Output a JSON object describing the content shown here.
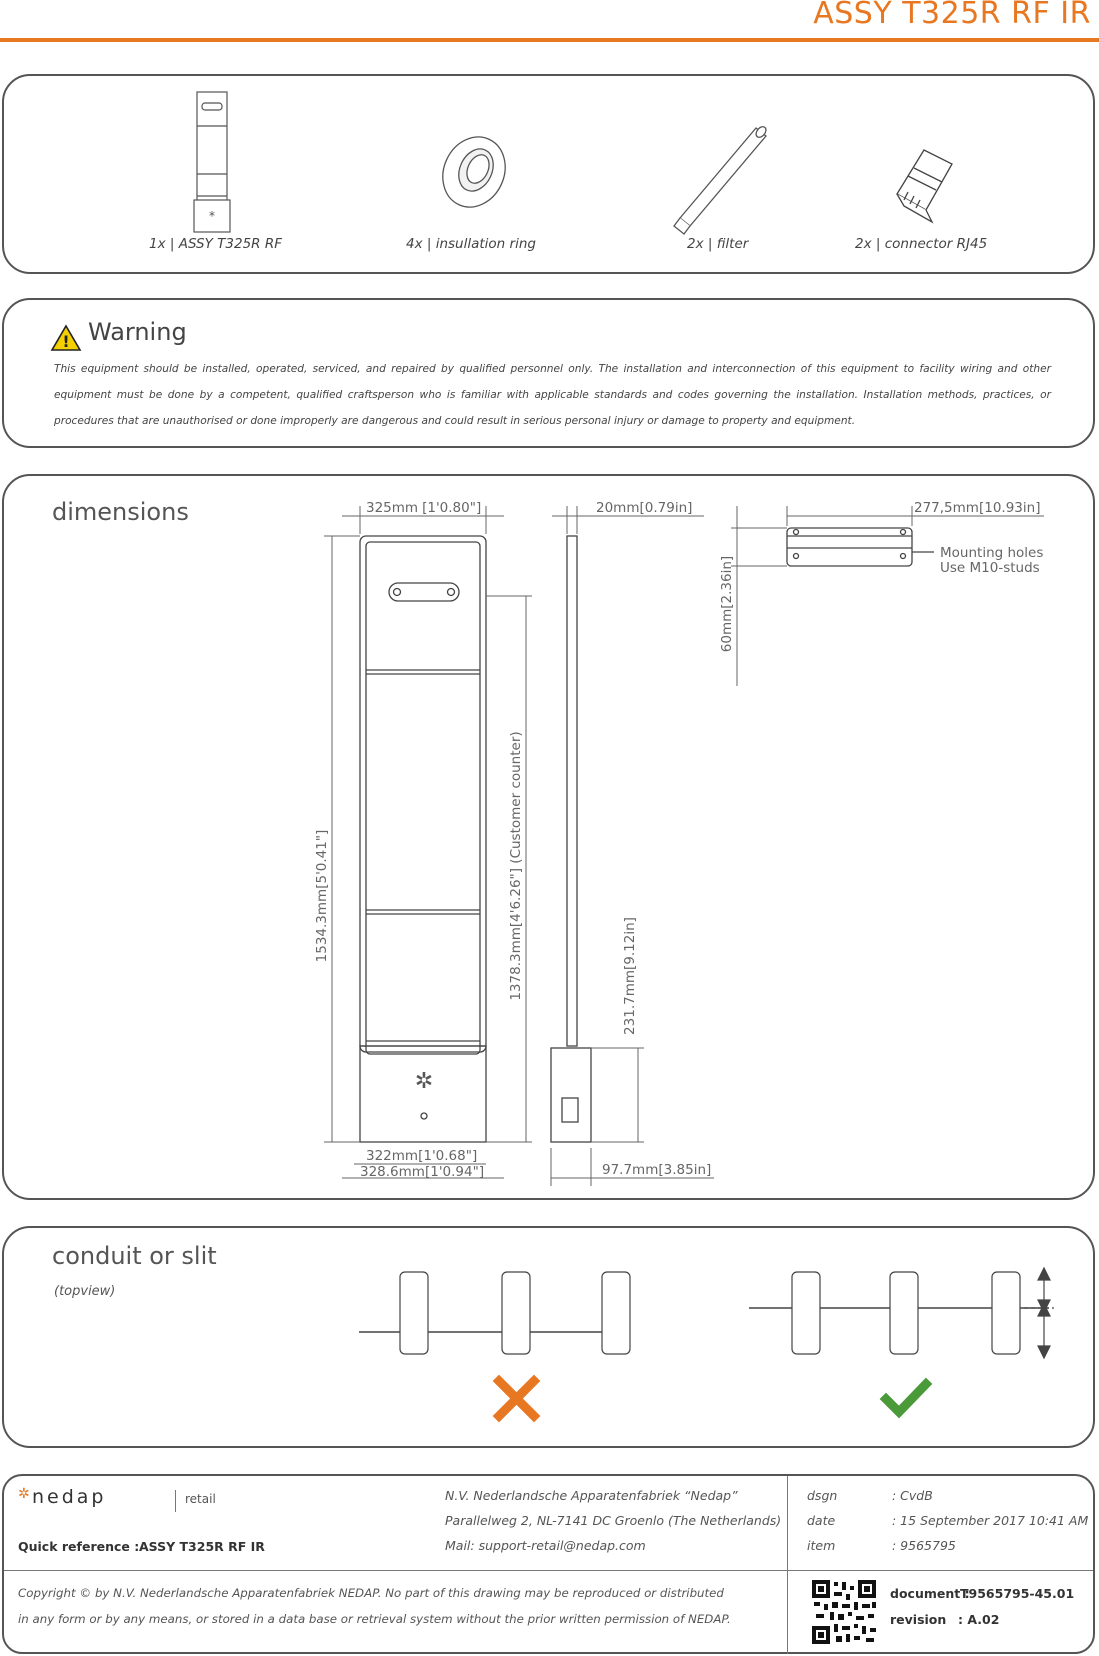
{
  "header": {
    "title": "ASSY T325R RF IR",
    "accent": "#e87722"
  },
  "contents": {
    "items": [
      {
        "caption": "1x | ASSY T325R RF",
        "icon": "gate-antenna-icon"
      },
      {
        "caption": "4x | insullation ring",
        "icon": "insulation-ring-icon"
      },
      {
        "caption": "2x | filter",
        "icon": "filter-icon"
      },
      {
        "caption": "2x | connector RJ45",
        "icon": "rj45-connector-icon"
      }
    ]
  },
  "warning": {
    "title": "Warning",
    "text": "This equipment should be installed, operated, serviced, and repaired by qualified personnel only. The installation and interconnection of this equipment to facility wiring and other equipment must be done by a competent, qualified craftsperson who is familiar with applicable standards and codes governing the installation. Installation methods, practices, or procedures that are unauthorised or done improperly are dangerous and could result in serious personal injury or damage to property and equipment."
  },
  "dimensions": {
    "title": "dimensions",
    "width_top": "325mm",
    "width_top_in": "1'0.80\"",
    "height_total": "1534.3mm",
    "height_total_in": "5'0.41\"",
    "height_counter": "1378.3mm",
    "height_counter_in": "4'6.26\"",
    "height_counter_note": "(Customer counter)",
    "width_base_inner": "322mm",
    "width_base_inner_in": "1'0.68\"",
    "width_base_outer": "328.6mm",
    "width_base_outer_in": "1'0.94\"",
    "depth_top": "20mm",
    "depth_top_in": "0.79in",
    "height_base": "231.7mm",
    "height_base_in": "9.12in",
    "depth_base": "97.7mm",
    "depth_base_in": "3.85in",
    "foot_width": "277,5mm",
    "foot_width_in": "10.93in",
    "foot_depth": "60mm",
    "foot_depth_in": "2.36in",
    "mounting_line1": "Mounting holes",
    "mounting_line2": "Use M10-studs"
  },
  "conduit": {
    "title": "conduit or slit",
    "subtitle": "(topview)",
    "wrong_color": "#e87722",
    "right_color": "#4a9a3a"
  },
  "footer": {
    "brand": "nedap",
    "division": "retail",
    "quick_ref_label": "Quick reference :",
    "quick_ref_value": "ASSY T325R RF IR",
    "company": "N.V. Nederlandsche Apparatenfabriek “Nedap”",
    "address": "Parallelweg 2, NL-7141 DC Groenlo (The Netherlands)",
    "mail": "Mail: support-retail@nedap.com",
    "dsgn_label": "dsgn",
    "dsgn_value": ": CvdB",
    "date_label": "date",
    "date_value": ": 15 September 2017 10:41 AM",
    "item_label": "item",
    "item_value": ": 9565795",
    "copyright_line1": "Copyright © by N.V. Nederlandsche Apparatenfabriek NEDAP. No part of this drawing may be reproduced or distributed",
    "copyright_line2": "in any form or by any means, or stored in a data base or retrieval system without the prior written permission of NEDAP.",
    "document_label": "document :",
    "document_value": "T9565795-45.01",
    "revision_label": "revision",
    "revision_value": ": A.02"
  }
}
